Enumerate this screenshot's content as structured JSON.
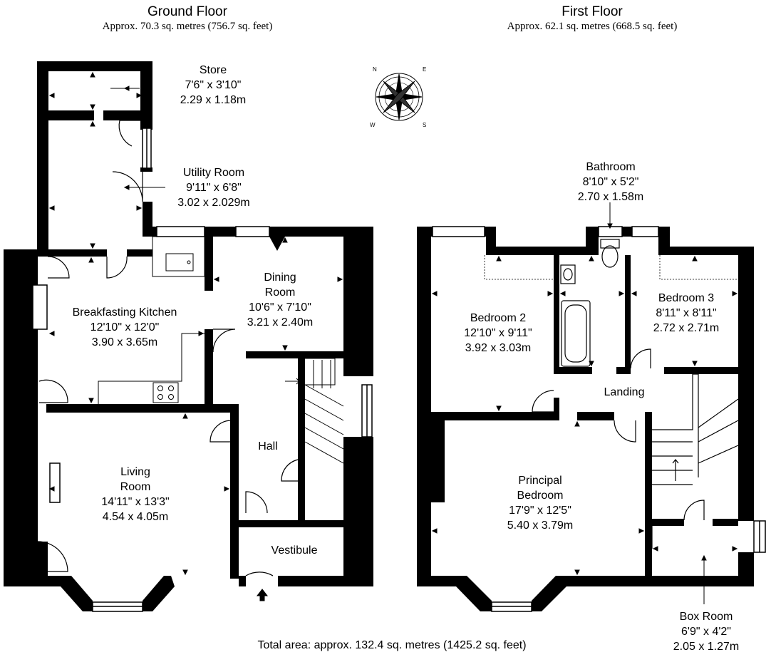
{
  "floors": {
    "ground": {
      "title": "Ground Floor",
      "area": "Approx. 70.3 sq. metres (756.7 sq. feet)"
    },
    "first": {
      "title": "First Floor",
      "area": "Approx. 62.1 sq. metres (668.5 sq. feet)"
    }
  },
  "rooms": {
    "store": {
      "name": "Store",
      "imperial": "7'6\" x 3'10\"",
      "metric": "2.29 x 1.18m"
    },
    "utility": {
      "name": "Utility Room",
      "imperial": "9'11\" x 6'8\"",
      "metric": "3.02 x 2.029m"
    },
    "kitchen": {
      "name": "Breakfasting Kitchen",
      "imperial": "12'10\" x 12'0\"",
      "metric": "3.90 x 3.65m"
    },
    "dining": {
      "name1": "Dining",
      "name2": "Room",
      "imperial": "10'6\" x 7'10\"",
      "metric": "3.21 x 2.40m"
    },
    "living": {
      "name1": "Living",
      "name2": "Room",
      "imperial": "14'11\" x 13'3\"",
      "metric": "4.54 x 4.05m"
    },
    "hall": {
      "name": "Hall"
    },
    "vestibule": {
      "name": "Vestibule"
    },
    "bathroom": {
      "name": "Bathroom",
      "imperial": "8'10\" x 5'2\"",
      "metric": "2.70 x 1.58m"
    },
    "bedroom2": {
      "name": "Bedroom 2",
      "imperial": "12'10\" x 9'11\"",
      "metric": "3.92 x 3.03m"
    },
    "bedroom3": {
      "name": "Bedroom 3",
      "imperial": "8'11\" x 8'11\"",
      "metric": "2.72 x 2.71m"
    },
    "landing": {
      "name": "Landing"
    },
    "principal": {
      "name1": "Principal",
      "name2": "Bedroom",
      "imperial": "17'9\" x 12'5\"",
      "metric": "5.40 x 3.79m"
    },
    "boxroom": {
      "name": "Box Room",
      "imperial": "6'9\" x 4'2\"",
      "metric": "2.05 x 1.27m"
    }
  },
  "total": "Total area: approx. 132.4 sq. metres (1425.2 sq. feet)"
}
